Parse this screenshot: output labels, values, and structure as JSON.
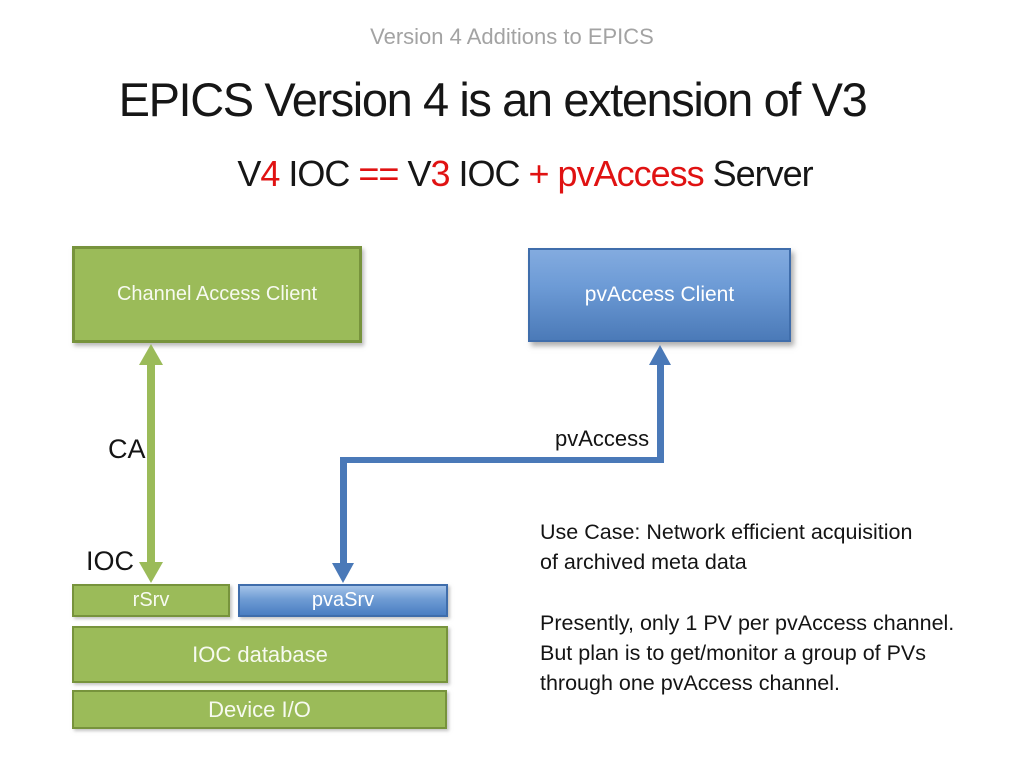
{
  "colors": {
    "accent_red": "#e01212",
    "green_fill": "#9bbb59",
    "green_border": "#77933c",
    "blue_fill": "#4f81bd",
    "blue_border": "#3f6dab",
    "header_gray": "#a3a3a3"
  },
  "header": {
    "text": "Version 4 Additions to EPICS"
  },
  "title": {
    "text": "EPICS Version 4 is an extension of V3"
  },
  "subtitle": {
    "segments": [
      {
        "text": "V",
        "style": "dark"
      },
      {
        "text": "4",
        "style": "red"
      },
      {
        "text": " IOC ",
        "style": "dark"
      },
      {
        "text": "== ",
        "style": "red"
      },
      {
        "text": "V",
        "style": "dark"
      },
      {
        "text": "3",
        "style": "red"
      },
      {
        "text": " IOC ",
        "style": "dark"
      },
      {
        "text": "+ pvAccess",
        "style": "red"
      },
      {
        "text": " Server",
        "style": "dark"
      }
    ]
  },
  "diagram": {
    "boxes": {
      "channel_access_client": {
        "label": "Channel Access Client"
      },
      "pvaccess_client": {
        "label": "pvAccess Client"
      },
      "rsrv": {
        "label": "rSrv"
      },
      "pvasrv": {
        "label": "pvaSrv"
      },
      "ioc_database": {
        "label": "IOC database"
      },
      "device_io": {
        "label": "Device I/O"
      }
    },
    "labels": {
      "ca": "CA",
      "ioc": "IOC",
      "pvaccess": "pvAccess"
    },
    "connectors": [
      {
        "name": "ca-double-arrow",
        "color": "#9bbb59",
        "from": "channel_access_client",
        "to": "rsrv",
        "style": "double-headed vertical"
      },
      {
        "name": "pvaccess-elbow-arrow",
        "color": "#4a79b8",
        "from": "pvaccess_client",
        "to": "pvasrv",
        "style": "double-headed elbow"
      }
    ]
  },
  "notes": {
    "use_case": "Use Case: Network efficient acquisition\nof archived meta data",
    "presently": "Presently, only 1 PV per pvAccess channel.\nBut plan is to get/monitor a group of PVs\nthrough one pvAccess channel."
  }
}
